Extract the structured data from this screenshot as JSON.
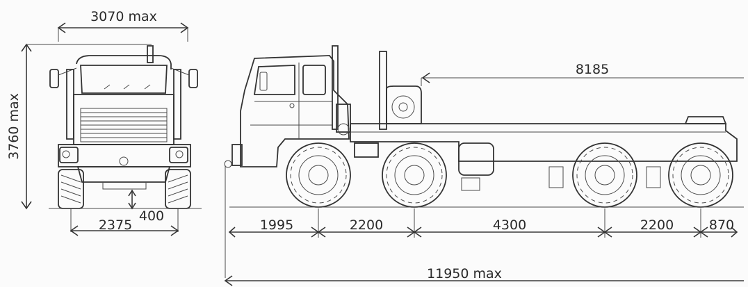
{
  "dimensions": {
    "front_width": "3070 max",
    "height": "3760 max",
    "track": "2375",
    "ground_clearance": "400",
    "platform_length": "8185",
    "front_overhang": "1995",
    "wheelbase_1": "2200",
    "wheelbase_2": "4300",
    "wheelbase_3": "2200",
    "rear_overhang": "870",
    "overall_length": "11950 max"
  }
}
